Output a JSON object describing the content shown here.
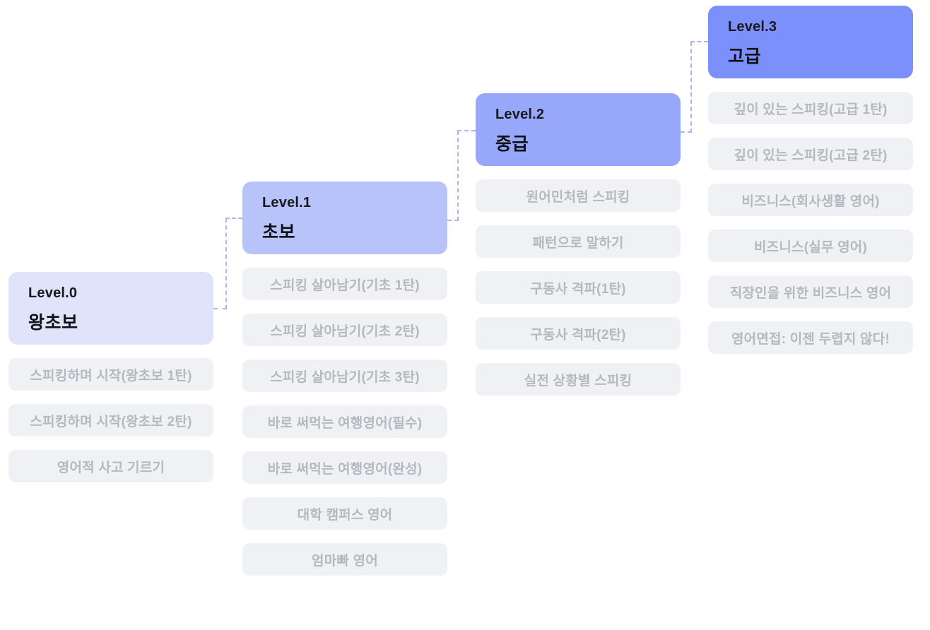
{
  "colors": {
    "page_bg": "#ffffff",
    "header_text": "#17191d",
    "item_bg": "#f0f1f4",
    "item_text": "#b5b9bf",
    "connector": "#aab6f2",
    "level0_bg": "#e0e4fb",
    "level1_bg": "#b8c3fa",
    "level2_bg": "#97a8fa",
    "level3_bg": "#7b90fa"
  },
  "levels": [
    {
      "label": "Level.0",
      "title": "왕초보",
      "bg": "#e0e4fb",
      "items": [
        "스피킹하며 시작(왕초보 1탄)",
        "스피킹하며 시작(왕초보 2탄)",
        "영어적 사고 기르기"
      ]
    },
    {
      "label": "Level.1",
      "title": "초보",
      "bg": "#b8c3fa",
      "items": [
        "스피킹 살아남기(기초 1탄)",
        "스피킹 살아남기(기초 2탄)",
        "스피킹 살아남기(기초 3탄)",
        "바로 써먹는 여행영어(필수)",
        "바로 써먹는 여행영어(완성)",
        "대학 캠퍼스 영어",
        "엄마빠 영어"
      ]
    },
    {
      "label": "Level.2",
      "title": "중급",
      "bg": "#97a8fa",
      "items": [
        "원어민처럼 스피킹",
        "패턴으로 말하기",
        "구동사 격파(1탄)",
        "구동사 격파(2탄)",
        "실전 상황별 스피킹"
      ]
    },
    {
      "label": "Level.3",
      "title": "고급",
      "bg": "#7b90fa",
      "items": [
        "깊이 있는 스피킹(고급 1탄)",
        "깊이 있는 스피킹(고급 2탄)",
        "비즈니스(회사생활 영어)",
        "비즈니스(실무 영어)",
        "직장인을 위한 비즈니스 영어",
        "영어면접: 이젠 두렵지 않다!"
      ]
    }
  ]
}
